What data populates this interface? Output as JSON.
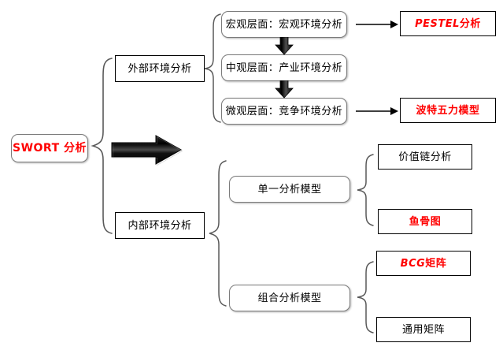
{
  "diagram": {
    "title_node": {
      "label": "SWORT 分析",
      "color": "#ff0000"
    },
    "level1": [
      {
        "label": "外部环境分析",
        "color": "#000000"
      },
      {
        "label": "内部环境分析",
        "color": "#000000"
      }
    ],
    "external_levels": [
      {
        "label": "宏观层面：宏观环境分析",
        "color": "#000000"
      },
      {
        "label": "中观层面：产业环境分析",
        "color": "#000000"
      },
      {
        "label": "微观层面：竞争环境分析",
        "color": "#000000"
      }
    ],
    "external_tools": [
      {
        "latin": "PESTEL",
        "cjk": " 分析",
        "label": "PESTEL 分析",
        "color": "#ff0000"
      },
      {
        "latin": "",
        "cjk": "波特五力模型",
        "label": "波特五力模型",
        "color": "#ff0000"
      }
    ],
    "internal_models": [
      {
        "label": "单一分析模型",
        "color": "#000000"
      },
      {
        "label": "组合分析模型",
        "color": "#000000"
      }
    ],
    "single_model_tools": [
      {
        "label": "价值链分析",
        "color": "#000000"
      },
      {
        "label": "鱼骨图",
        "color": "#ff0000"
      }
    ],
    "combo_model_tools": [
      {
        "latin": "BCG",
        "cjk": " 矩阵",
        "label": "BCG 矩阵",
        "color": "#ff0000"
      },
      {
        "latin": "",
        "cjk": "通用矩阵",
        "label": "通用矩阵",
        "color": "#000000"
      }
    ],
    "icons": {
      "big_arrow": "block-right-arrow-icon",
      "down_arrow": "block-down-arrow-icon",
      "thin_arrow": "thin-right-arrow-icon",
      "brace": "curly-brace-icon"
    }
  }
}
